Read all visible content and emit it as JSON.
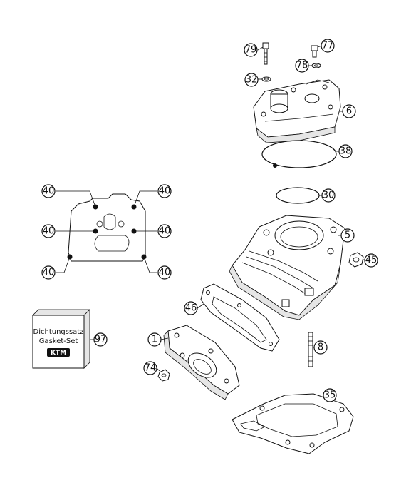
{
  "callouts": {
    "c79": "79",
    "c77": "77",
    "c78": "78",
    "c32": "32",
    "c6": "6",
    "c38": "38",
    "c30": "30",
    "c5": "5",
    "c45": "45",
    "c46": "46",
    "c1": "1",
    "c74": "74",
    "c8": "8",
    "c35": "35",
    "c97": "97",
    "c40": "40"
  },
  "gasket_set": {
    "line1": "Dichtungssatz",
    "line2": "Gasket-Set",
    "logo": "KTM"
  }
}
